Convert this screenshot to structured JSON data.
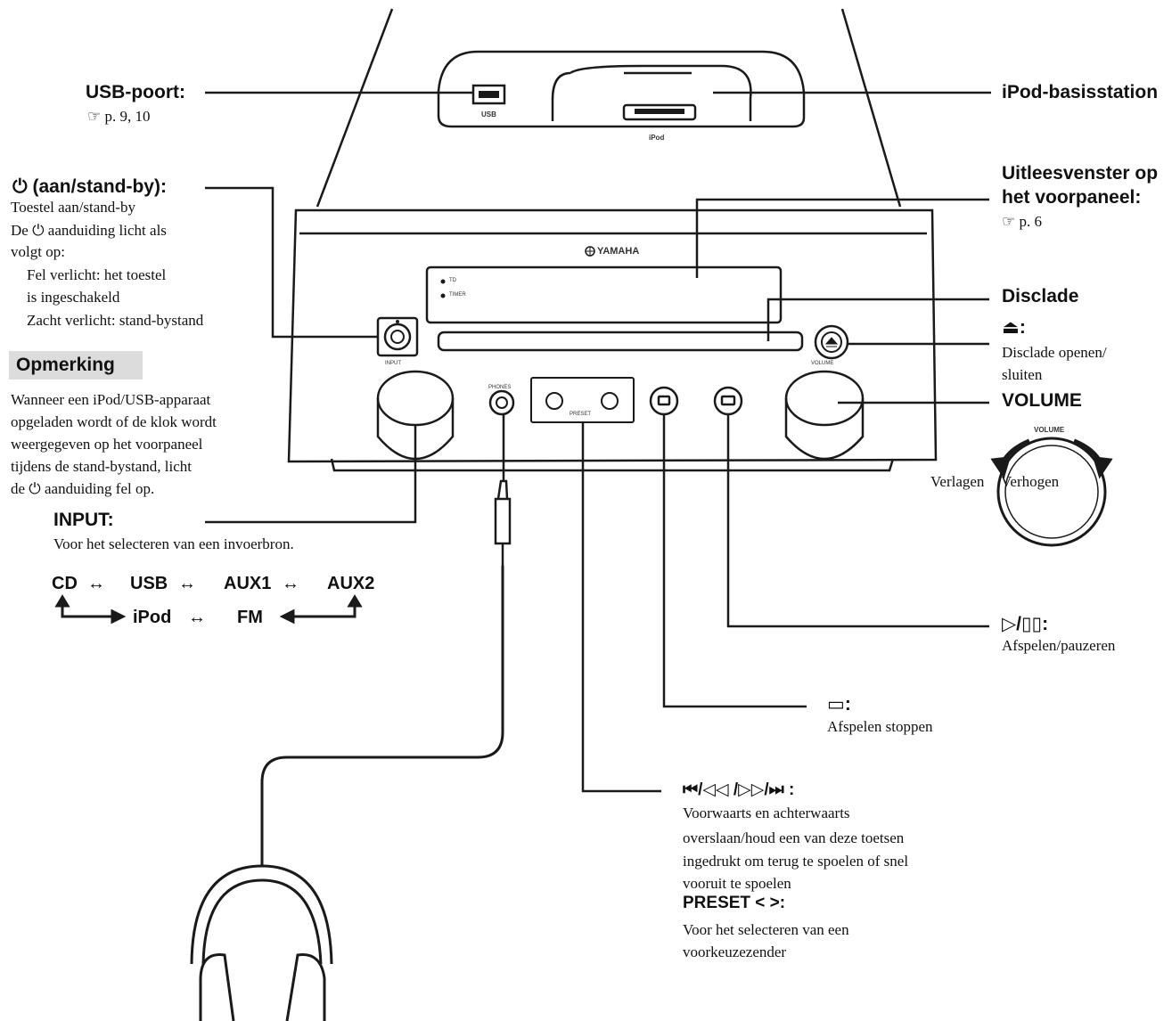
{
  "callouts": {
    "usb": {
      "title": "USB-poort:",
      "ref": "☞ p. 9, 10"
    },
    "ipod": {
      "title": "iPod-basisstation"
    },
    "power": {
      "title": "(aan/stand-by):",
      "lines": [
        "Toestel aan/stand-by",
        "De ⏻ aanduiding licht als",
        "volgt op:",
        "Fel verlicht: het toestel",
        "is ingeschakeld",
        "Zacht verlicht: stand-bystand"
      ]
    },
    "display": {
      "title_line1": "Uitleesvenster op",
      "title_line2": "het voorpaneel:",
      "ref": "☞ p. 6"
    },
    "disc_tray": {
      "title": "Disclade"
    },
    "eject": {
      "symbol": "⏏:",
      "lines": [
        "Disclade openen/",
        "sluiten"
      ]
    },
    "volume": {
      "title": "VOLUME",
      "decrease": "Verlagen",
      "increase": "Verhogen",
      "knob_label": "VOLUME"
    },
    "note": {
      "title": "Opmerking",
      "lines": [
        "Wanneer een iPod/USB-apparaat",
        "opgeladen wordt of de klok wordt",
        "weergegeven op het voorpaneel",
        "tijdens de stand-bystand, licht",
        "de ⏻ aanduiding fel op."
      ]
    },
    "input": {
      "title": "INPUT:",
      "desc": "Voor het selecteren van een invoerbron."
    },
    "play_pause": {
      "symbol": "▷/▯▯:",
      "desc": "Afspelen/pauzeren"
    },
    "stop": {
      "symbol": "▭:",
      "desc": "Afspelen stoppen"
    },
    "skip": {
      "symbol": "⏮/◁◁ /▷▷/⏭ :",
      "lines": [
        "Voorwaarts en achterwaarts",
        "overslaan/houd een van deze toetsen",
        "ingedrukt om terug te spoelen of snel",
        "vooruit te spoelen"
      ]
    },
    "preset": {
      "title": "PRESET < >:",
      "lines": [
        "Voor het selecteren van een",
        "voorkeuzezender"
      ]
    }
  },
  "input_cycle": {
    "row1": [
      "CD",
      "USB",
      "AUX1",
      "AUX2"
    ],
    "row2": [
      "iPod",
      "FM"
    ],
    "arrow": "↔"
  },
  "device_labels": {
    "brand": "YAMAHA",
    "usb_port": "USB",
    "ipod_dock": "iPod",
    "indicator_1": "TD",
    "indicator_2": "TIMER",
    "input_knob": "INPUT",
    "phones": "PHONES",
    "preset_box": "PRESET",
    "volume_knob": "VOLUME"
  },
  "colors": {
    "ink": "#111111",
    "note_bg": "#dcdcdc",
    "device_line": "#1a1a1a"
  }
}
